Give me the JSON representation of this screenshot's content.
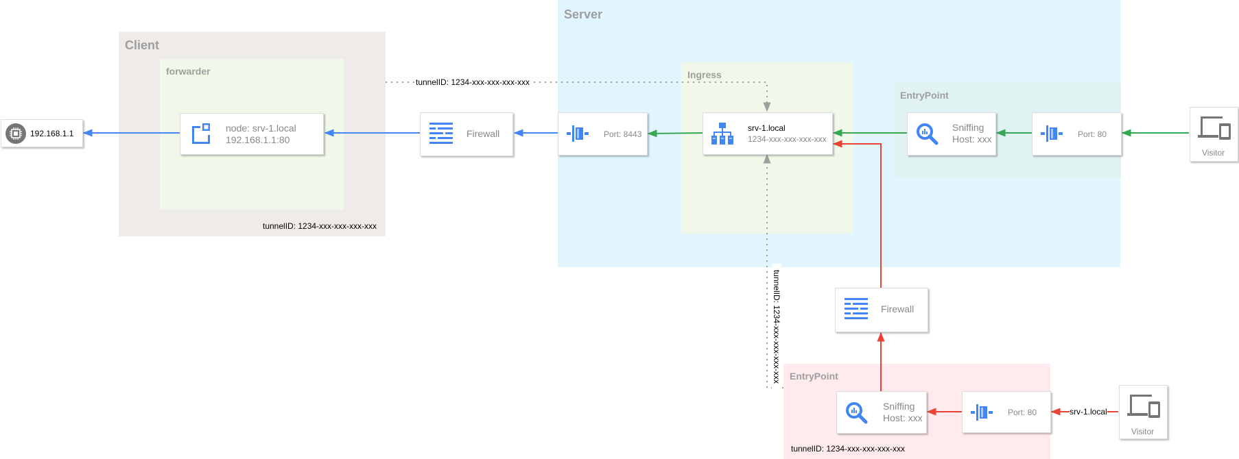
{
  "groups": {
    "server": {
      "title": "Server"
    },
    "client": {
      "title": "Client"
    },
    "forwarder": {
      "title": "forwarder"
    },
    "ingress": {
      "title": "Ingress"
    },
    "entrypoint_top": {
      "title": "EntryPoint"
    },
    "entrypoint_bottom": {
      "title": "EntryPoint"
    }
  },
  "nodes": {
    "cpu": {
      "label": "192.168.1.1",
      "icon": "cpu-icon"
    },
    "forwarder_node": {
      "line1": "node: srv-1.local",
      "line2": "192.168.1.1:80",
      "icon": "external-node-icon"
    },
    "firewall_top": {
      "label": "Firewall",
      "icon": "firewall-icon"
    },
    "port_8443": {
      "label": "Port: 8443",
      "icon": "port-icon"
    },
    "ingress_node": {
      "line1": "srv-1.local",
      "line2": "1234-xxx-xxx-xxx-xxx",
      "icon": "load-balancer-icon"
    },
    "sniffing_top": {
      "line1": "Sniffing",
      "line2": "Host: xxx",
      "icon": "magnifier-icon"
    },
    "port_80_top": {
      "label": "Port: 80",
      "icon": "port-icon"
    },
    "visitor_top": {
      "label": "Visitor",
      "icon": "devices-icon"
    },
    "firewall_bottom": {
      "label": "Firewall",
      "icon": "firewall-icon"
    },
    "sniffing_bottom": {
      "line1": "Sniffing",
      "line2": "Host: xxx",
      "icon": "magnifier-icon"
    },
    "port_80_bottom": {
      "label": "Port: 80",
      "icon": "port-icon"
    },
    "visitor_bottom": {
      "label": "Visitor",
      "icon": "devices-icon"
    }
  },
  "edge_labels": {
    "tunnel_top": "tunnelID: 1234-xxx-xxx-xxx-xxx",
    "tunnel_client": "tunnelID: 1234-xxx-xxx-xxx-xxx",
    "tunnel_vertical": "tunnelID: 1234-xxx-xxx-xxx-xxx",
    "tunnel_bottom": "tunnelID: 1234-xxx-xxx-xxx-xxx",
    "srv_local": "srv-1.local"
  },
  "colors": {
    "blue": "#4285f4",
    "green": "#34a853",
    "red": "#ea4335",
    "dotted": "#9e9e9e",
    "server_bg": "#e1f5fe",
    "client_bg": "#efebe9",
    "forwarder_bg": "#f1f8e9",
    "entry_top_bg": "#e0f2f1",
    "entry_bottom_bg": "#ffebee"
  }
}
